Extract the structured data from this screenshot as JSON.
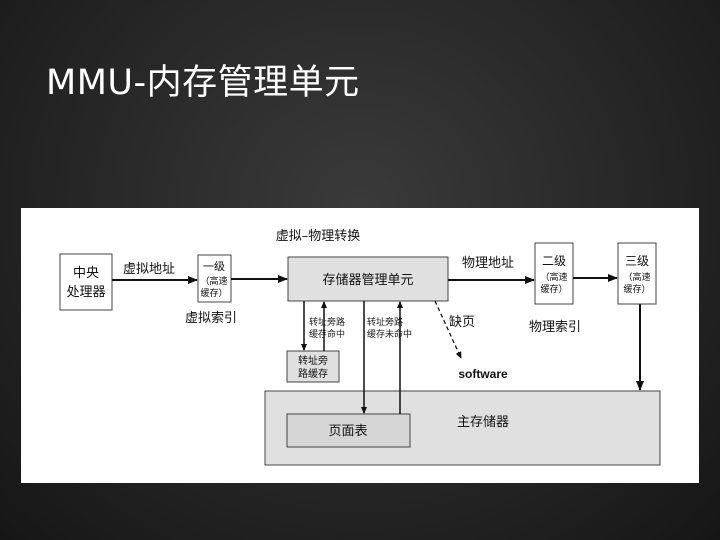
{
  "slide": {
    "title": "MMU-内存管理单元"
  },
  "diagram": {
    "cpu": {
      "line1": "中央",
      "line2": "处理器"
    },
    "l1_cache": {
      "line1": "一级",
      "line2": "（高速",
      "line3": "缓存）"
    },
    "mmu": {
      "label": "存储器管理单元"
    },
    "l2_cache": {
      "line1": "二级",
      "line2": "（高速",
      "line3": "缓存）"
    },
    "l3_cache": {
      "line1": "三级",
      "line2": "（高速",
      "line3": "缓存）"
    },
    "tlb": {
      "line1": "转址旁",
      "line2": "路缓存"
    },
    "main_memory": {
      "label": "主存储器"
    },
    "page_table": {
      "label": "页面表"
    },
    "labels": {
      "virtual_address": "虚拟地址",
      "physical_address": "物理地址",
      "virtual_index": "虚拟索引",
      "physical_index": "物理索引",
      "vp_translation": "虚拟–物理转换",
      "page_fault": "缺页",
      "software": "software",
      "tlb_hit_1": "转址旁路",
      "tlb_hit_2": "缓存命中",
      "tlb_miss_1": "转址旁路",
      "tlb_miss_2": "缓存未命中"
    }
  }
}
